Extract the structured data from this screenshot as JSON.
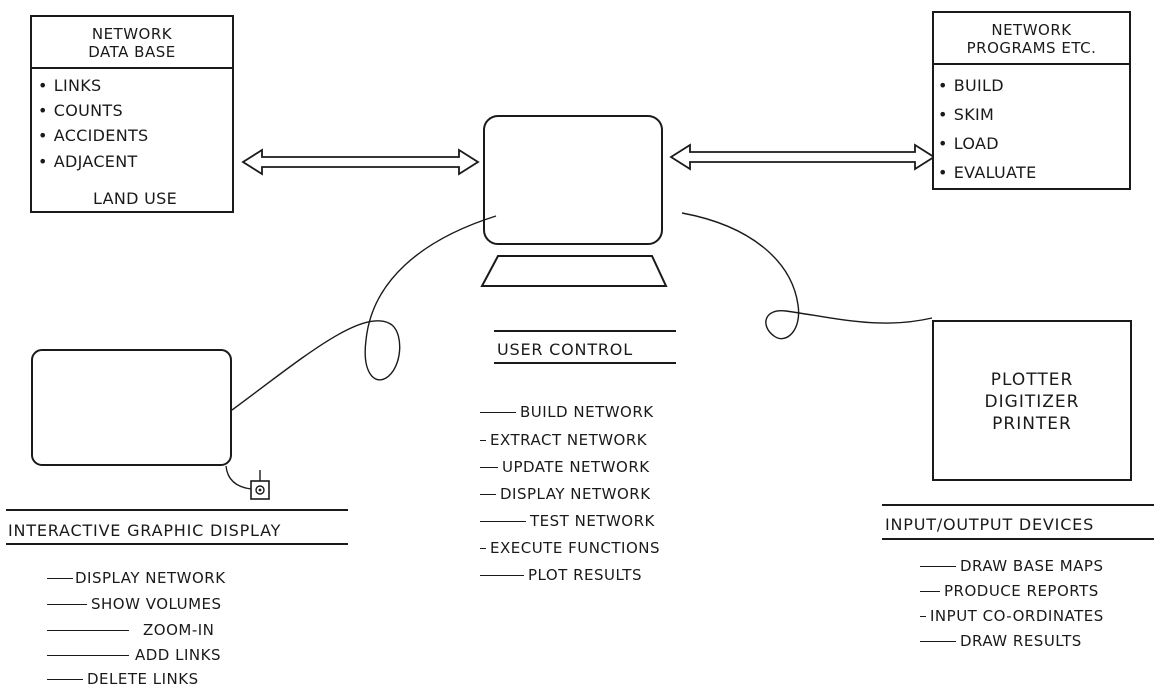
{
  "data_base_box": {
    "title_lines": [
      "NETWORK",
      "DATA BASE"
    ],
    "items": [
      "LINKS",
      "COUNTS",
      "ACCIDENTS",
      "ADJACENT",
      "LAND USE"
    ]
  },
  "programs_box": {
    "title_lines": [
      "NETWORK",
      "PROGRAMS ETC."
    ],
    "items": [
      "BUILD",
      "SKIM",
      "LOAD",
      "EVALUATE"
    ]
  },
  "user_control": {
    "heading": "USER CONTROL",
    "functions": [
      "BUILD NETWORK",
      "EXTRACT NETWORK",
      "UPDATE NETWORK",
      "DISPLAY NETWORK",
      "TEST NETWORK",
      "EXECUTE FUNCTIONS",
      "PLOT RESULTS"
    ]
  },
  "graphic_display": {
    "heading": "INTERACTIVE GRAPHIC DISPLAY",
    "functions": [
      "DISPLAY NETWORK",
      "SHOW VOLUMES",
      "ZOOM-IN",
      "ADD LINKS",
      "DELETE LINKS"
    ]
  },
  "io_devices": {
    "box_lines": [
      "PLOTTER",
      "DIGITIZER",
      "PRINTER"
    ],
    "heading": "INPUT/OUTPUT DEVICES",
    "functions": [
      "DRAW BASE MAPS",
      "PRODUCE REPORTS",
      "INPUT CO-ORDINATES",
      "DRAW RESULTS"
    ]
  }
}
